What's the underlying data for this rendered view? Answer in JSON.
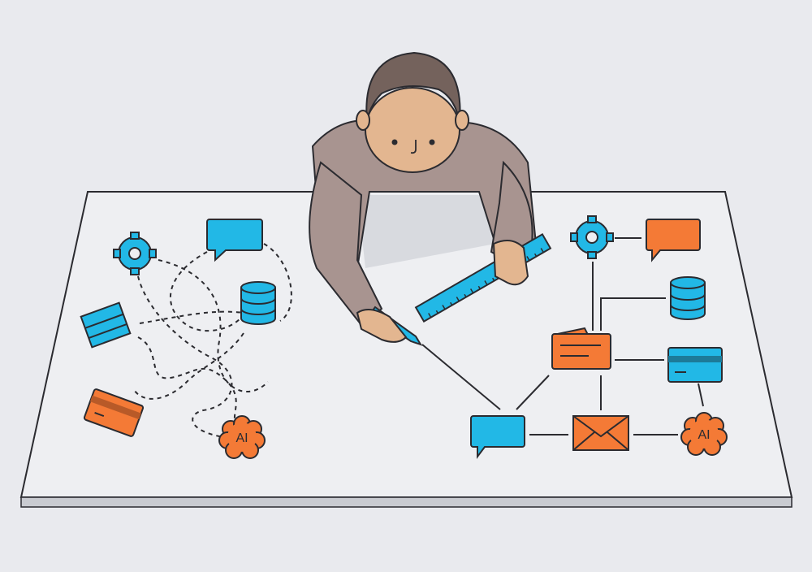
{
  "illustration": {
    "subject": "person drawing a system diagram on a table",
    "colors": {
      "background": "#e9eaee",
      "table_top": "#eeeff2",
      "table_edge": "#c9cbd1",
      "outline": "#2b2b30",
      "blue": "#22b8e6",
      "orange": "#f47a36",
      "sweater": "#a89490",
      "hair": "#74625c",
      "skin": "#e3b690"
    },
    "left_cluster": {
      "style": "tangled dashed connections",
      "icons": [
        "gear-icon",
        "chat-bubble-icon",
        "card-icon",
        "database-icon",
        "credit-card-icon",
        "ai-brain-icon"
      ]
    },
    "right_cluster": {
      "style": "organized solid connections",
      "icons": [
        "gear-icon",
        "chat-bubble-icon",
        "database-icon",
        "folder-icon",
        "credit-card-icon",
        "chat-bubble-icon",
        "envelope-icon",
        "ai-brain-icon"
      ]
    },
    "labels": {
      "ai_left": "AI",
      "ai_right": "AI"
    }
  }
}
